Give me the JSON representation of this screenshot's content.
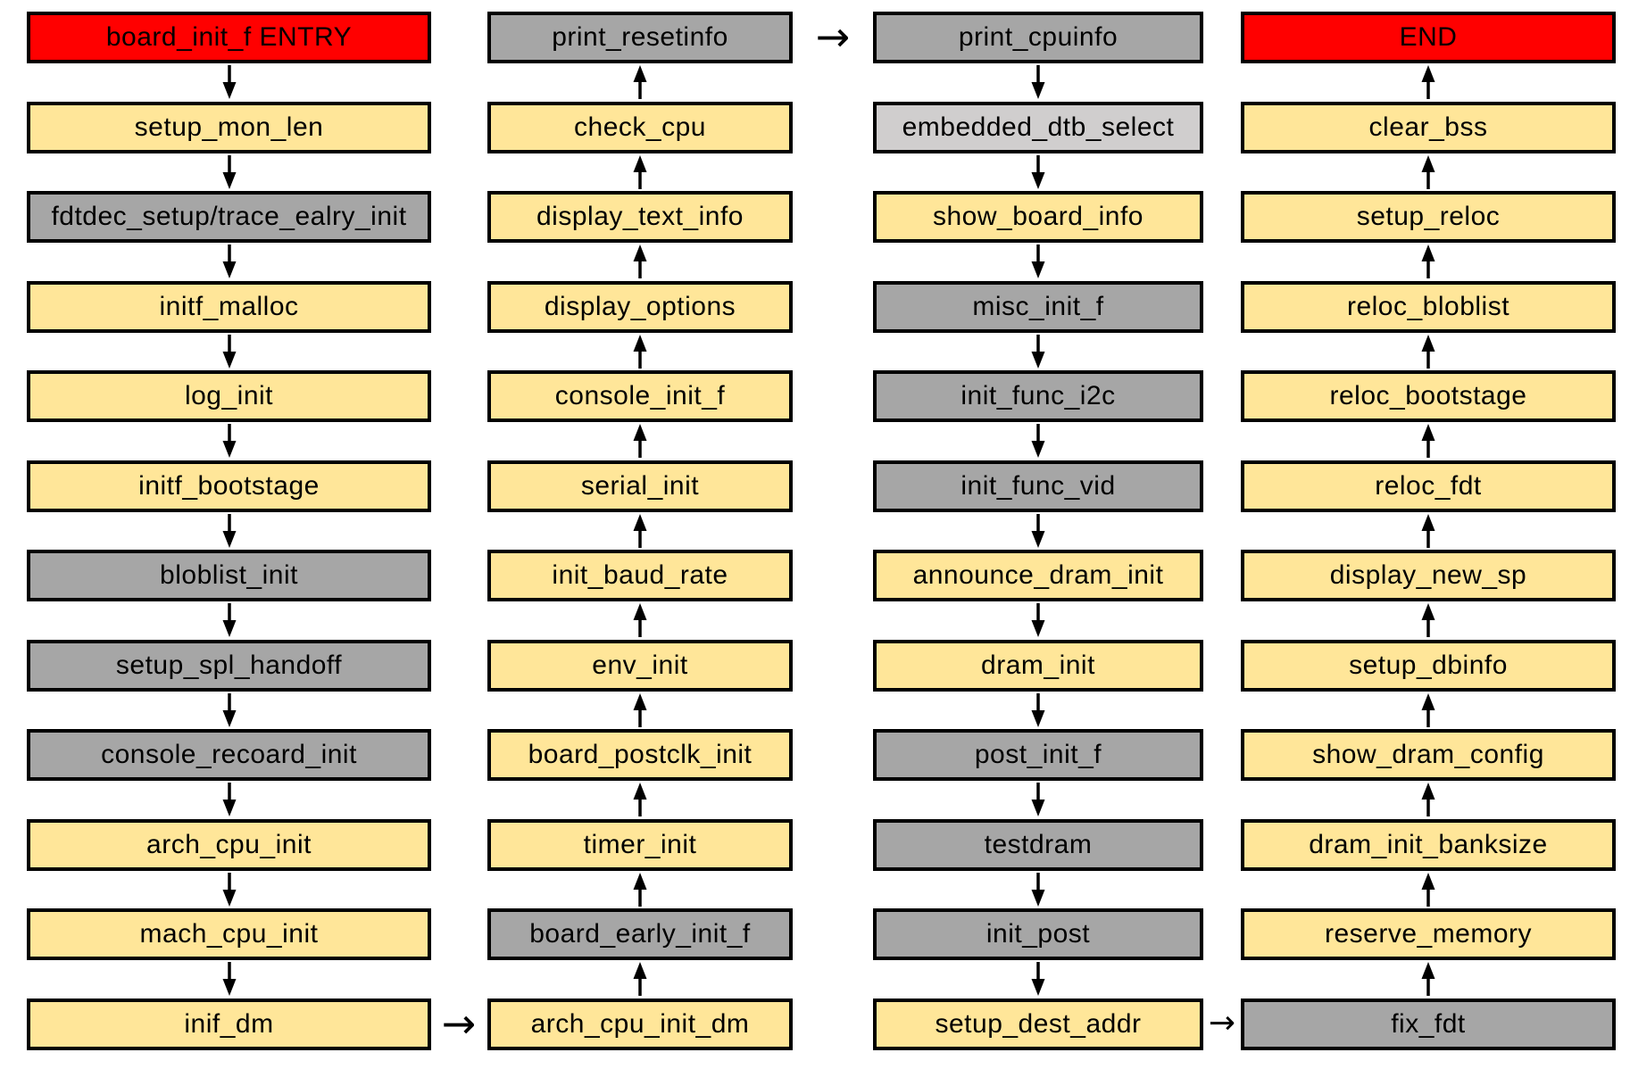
{
  "colors": {
    "red": "#FF0000",
    "yellow": "#FFE699",
    "gray": "#A6A6A6",
    "lightgray": "#D0CECE",
    "border": "#000000",
    "arrow": "#000000",
    "background": "#FFFFFF"
  },
  "columns": [
    {
      "name": "column-1",
      "flow": "down",
      "boxes": [
        {
          "label": "board_init_f ENTRY",
          "color": "red"
        },
        {
          "label": "setup_mon_len",
          "color": "yellow"
        },
        {
          "label": "fdtdec_setup/trace_ealry_init",
          "color": "gray"
        },
        {
          "label": "initf_malloc",
          "color": "yellow"
        },
        {
          "label": "log_init",
          "color": "yellow"
        },
        {
          "label": "initf_bootstage",
          "color": "yellow"
        },
        {
          "label": "bloblist_init",
          "color": "gray"
        },
        {
          "label": "setup_spl_handoff",
          "color": "gray"
        },
        {
          "label": "console_recoard_init",
          "color": "gray"
        },
        {
          "label": "arch_cpu_init",
          "color": "yellow"
        },
        {
          "label": "mach_cpu_init",
          "color": "yellow"
        },
        {
          "label": "inif_dm",
          "color": "yellow"
        }
      ]
    },
    {
      "name": "column-2",
      "flow": "up",
      "boxes": [
        {
          "label": "print_resetinfo",
          "color": "gray"
        },
        {
          "label": "check_cpu",
          "color": "yellow"
        },
        {
          "label": "display_text_info",
          "color": "yellow"
        },
        {
          "label": "display_options",
          "color": "yellow"
        },
        {
          "label": "console_init_f",
          "color": "yellow"
        },
        {
          "label": "serial_init",
          "color": "yellow"
        },
        {
          "label": "init_baud_rate",
          "color": "yellow"
        },
        {
          "label": "env_init",
          "color": "yellow"
        },
        {
          "label": "board_postclk_init",
          "color": "yellow"
        },
        {
          "label": "timer_init",
          "color": "yellow"
        },
        {
          "label": "board_early_init_f",
          "color": "gray"
        },
        {
          "label": "arch_cpu_init_dm",
          "color": "yellow"
        }
      ]
    },
    {
      "name": "column-3",
      "flow": "down",
      "boxes": [
        {
          "label": "print_cpuinfo",
          "color": "gray"
        },
        {
          "label": "embedded_dtb_select",
          "color": "lightgray"
        },
        {
          "label": "show_board_info",
          "color": "yellow"
        },
        {
          "label": "misc_init_f",
          "color": "gray"
        },
        {
          "label": "init_func_i2c",
          "color": "gray"
        },
        {
          "label": "init_func_vid",
          "color": "gray"
        },
        {
          "label": "announce_dram_init",
          "color": "yellow"
        },
        {
          "label": "dram_init",
          "color": "yellow"
        },
        {
          "label": "post_init_f",
          "color": "gray"
        },
        {
          "label": "testdram",
          "color": "gray"
        },
        {
          "label": "init_post",
          "color": "gray"
        },
        {
          "label": "setup_dest_addr",
          "color": "yellow"
        }
      ]
    },
    {
      "name": "column-4",
      "flow": "up",
      "boxes": [
        {
          "label": "END",
          "color": "red"
        },
        {
          "label": "clear_bss",
          "color": "yellow"
        },
        {
          "label": "setup_reloc",
          "color": "yellow"
        },
        {
          "label": "reloc_bloblist",
          "color": "yellow"
        },
        {
          "label": "reloc_bootstage",
          "color": "yellow"
        },
        {
          "label": "reloc_fdt",
          "color": "yellow"
        },
        {
          "label": "display_new_sp",
          "color": "yellow"
        },
        {
          "label": "setup_dbinfo",
          "color": "yellow"
        },
        {
          "label": "show_dram_config",
          "color": "yellow"
        },
        {
          "label": "dram_init_banksize",
          "color": "yellow"
        },
        {
          "label": "reserve_memory",
          "color": "yellow"
        },
        {
          "label": "fix_fdt",
          "color": "gray"
        }
      ]
    }
  ],
  "connectors": [
    {
      "from": "inif_dm",
      "to": "arch_cpu_init_dm",
      "row": "bottom",
      "symbol": "→"
    },
    {
      "from": "print_resetinfo",
      "to": "print_cpuinfo",
      "row": "top",
      "symbol": "→"
    },
    {
      "from": "setup_dest_addr",
      "to": "fix_fdt",
      "row": "bottom",
      "symbol": "→"
    }
  ]
}
